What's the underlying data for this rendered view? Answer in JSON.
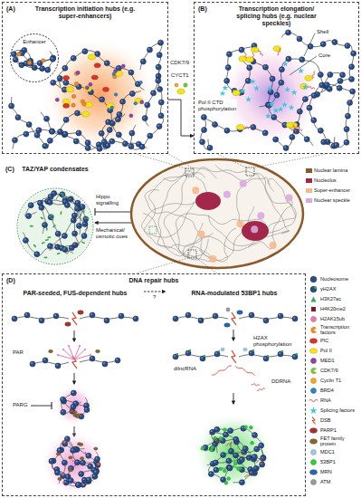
{
  "diagram": {
    "nodes": [
      {
        "text": [
          "(A)",
          "Transcription initiation hubs (e.g. super-enhancers)"
        ]
      },
      {
        "text": [
          "Enhancer"
        ],
        "in": 0
      },
      {
        "text": [
          "(B)",
          "Transcription elongation/ splicing hubs (e.g. nuclear speckles)"
        ]
      },
      {
        "text": [
          "(C)",
          "TAZ/YAP condensates"
        ]
      },
      {
        "text": [
          "(D)",
          "DNA repair hubs"
        ]
      },
      {
        "text": [
          "PAR-seeded, FUS-dependent hubs"
        ],
        "in": 4
      },
      {
        "text": [
          "RNA-modulated 53BP1 hubs"
        ],
        "in": 4
      }
    ],
    "edges": [
      {
        "from": 0,
        "to": 2,
        "arrow": "to",
        "label": "Pol II CTD phosphorylation"
      },
      {
        "from": 5,
        "to": 6,
        "arrow": "to",
        "label": "?"
      }
    ],
    "labels": [
      "CDK7/9",
      "CYCT1",
      "Shell",
      "Core",
      "Hippo signalling",
      "Mechanical/ osmotic cues",
      "PAR",
      "PARG",
      "H2AX phosphorylation",
      "dilncRNA",
      "DDRNA"
    ],
    "legend": [
      {
        "text": "Nuclear lamina",
        "color": "#8b5a2b"
      },
      {
        "text": "Nucleolus",
        "color": "#a3274a"
      },
      {
        "text": "Super-enhancer",
        "color": "#f6b98a"
      },
      {
        "text": "Nuclear speckle",
        "color": "#d9a9e0"
      },
      {
        "text": "Nucleosome"
      },
      {
        "text": "γH2AX"
      },
      {
        "text": "H3K27ac"
      },
      {
        "text": "H4K20me2"
      },
      {
        "text": "H2AK15ub"
      },
      {
        "text": "Transcription factors"
      },
      {
        "text": "PIC"
      },
      {
        "text": "Pol II"
      },
      {
        "text": "MED1"
      },
      {
        "text": "CDK7/9"
      },
      {
        "text": "Cyclin T1"
      },
      {
        "text": "BRD4"
      },
      {
        "text": "RNA"
      },
      {
        "text": "Splicing factors"
      },
      {
        "text": "DSB"
      },
      {
        "text": "PARP1"
      },
      {
        "text": "FET family protein"
      },
      {
        "text": "MDC1"
      },
      {
        "text": "53BP1"
      },
      {
        "text": "MRN"
      },
      {
        "text": "ATM"
      }
    ]
  }
}
